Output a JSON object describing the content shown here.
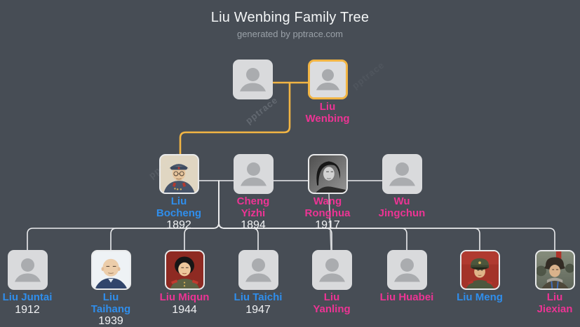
{
  "header": {
    "title": "Liu Wenbing Family Tree",
    "subtitle": "generated by pptrace.com"
  },
  "watermark": "pptrace",
  "colors": {
    "background": "#474d55",
    "male": "#2f8eec",
    "female": "#ec3494",
    "highlight": "#f2b544",
    "line": "#ebecee",
    "line_soft": "#cdcfd1",
    "year": "#f1f2f4",
    "title": "#f3f5f6",
    "subtitle": "#9aa1a8",
    "box_bg": "#d9dadc",
    "box_icon": "#aaacaf",
    "photo_border": "#e9eaeb"
  },
  "persons": {
    "unknown_spouse": {
      "name": "",
      "lines": [],
      "gender": "female",
      "avatar": "placeholder-person-icon"
    },
    "liu_wenbing": {
      "name": "Liu Wenbing",
      "lines": [
        "Liu",
        "Wenbing"
      ],
      "gender": "female",
      "avatar": "placeholder-person-icon",
      "highlighted": true
    },
    "liu_bocheng": {
      "name": "Liu Bocheng",
      "lines": [
        "Liu",
        "Bocheng"
      ],
      "year": "1892",
      "gender": "male",
      "avatar": "portrait-photo"
    },
    "cheng_yizhi": {
      "name": "Cheng Yizhi",
      "lines": [
        "Cheng",
        "Yizhi"
      ],
      "year": "1894",
      "gender": "female",
      "avatar": "placeholder-person-icon"
    },
    "wang_ronghua": {
      "name": "Wang Ronghua",
      "lines": [
        "Wang",
        "Ronghua"
      ],
      "year": "1917",
      "gender": "female",
      "avatar": "portrait-photo"
    },
    "wu_jingchun": {
      "name": "Wu Jingchun",
      "lines": [
        "Wu",
        "Jingchun"
      ],
      "gender": "female",
      "avatar": "placeholder-person-icon"
    },
    "liu_juntai": {
      "name": "Liu Juntai",
      "lines": [
        "Liu Juntai"
      ],
      "year": "1912",
      "gender": "male",
      "avatar": "placeholder-person-icon"
    },
    "liu_taihang": {
      "name": "Liu Taihang",
      "lines": [
        "Liu",
        "Taihang"
      ],
      "year": "1939",
      "gender": "male",
      "avatar": "portrait-photo"
    },
    "liu_miqun": {
      "name": "Liu Miqun",
      "lines": [
        "Liu Miqun"
      ],
      "year": "1944",
      "gender": "female",
      "avatar": "portrait-photo"
    },
    "liu_taichi": {
      "name": "Liu Taichi",
      "lines": [
        "Liu Taichi"
      ],
      "year": "1947",
      "gender": "male",
      "avatar": "placeholder-person-icon"
    },
    "liu_yanling": {
      "name": "Liu Yanling",
      "lines": [
        "Liu",
        "Yanling"
      ],
      "gender": "female",
      "avatar": "placeholder-person-icon"
    },
    "liu_huabei": {
      "name": "Liu Huabei",
      "lines": [
        "Liu Huabei"
      ],
      "gender": "female",
      "avatar": "placeholder-person-icon"
    },
    "liu_meng": {
      "name": "Liu Meng",
      "lines": [
        "Liu Meng"
      ],
      "gender": "male",
      "avatar": "portrait-photo"
    },
    "liu_jiexian": {
      "name": "Liu Jiexian",
      "lines": [
        "Liu",
        "Jiexian"
      ],
      "gender": "female",
      "avatar": "portrait-photo"
    }
  },
  "generations": [
    [
      "unknown_spouse",
      "liu_wenbing"
    ],
    [
      "liu_bocheng",
      "cheng_yizhi",
      "wang_ronghua",
      "wu_jingchun"
    ],
    [
      "liu_juntai",
      "liu_taihang",
      "liu_miqun",
      "liu_taichi",
      "liu_yanling",
      "liu_huabei",
      "liu_meng",
      "liu_jiexian"
    ]
  ]
}
